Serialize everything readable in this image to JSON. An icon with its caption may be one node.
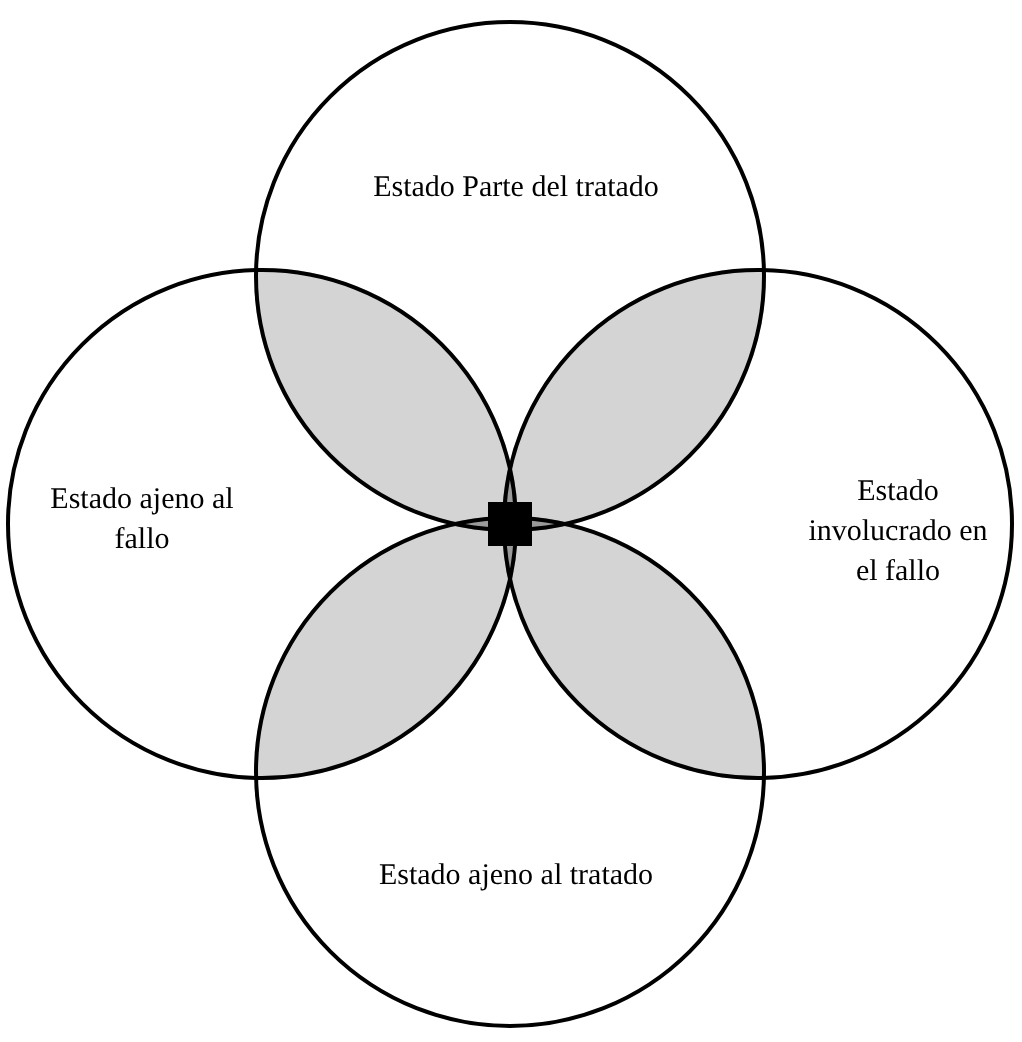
{
  "diagram": {
    "nodes": [
      {
        "text": [
          "Estado Parte del tratado"
        ]
      },
      {
        "text": [
          "Estado ajeno al fallo"
        ]
      },
      {
        "text": [
          "Estado involucrado en el fallo"
        ]
      },
      {
        "text": [
          "Estado ajeno al tratado"
        ]
      }
    ]
  }
}
